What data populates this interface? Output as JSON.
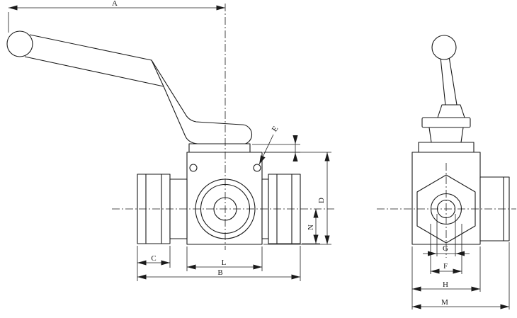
{
  "drawing": {
    "background": "#ffffff",
    "line_color": "#1a1a1a",
    "front_view": {
      "dims": {
        "A": "A",
        "B": "B",
        "C": "C",
        "D": "D",
        "E": "E",
        "L": "L",
        "N": "N"
      }
    },
    "side_view": {
      "dims": {
        "F": "F",
        "G": "G",
        "H": "H",
        "M": "M"
      }
    }
  }
}
